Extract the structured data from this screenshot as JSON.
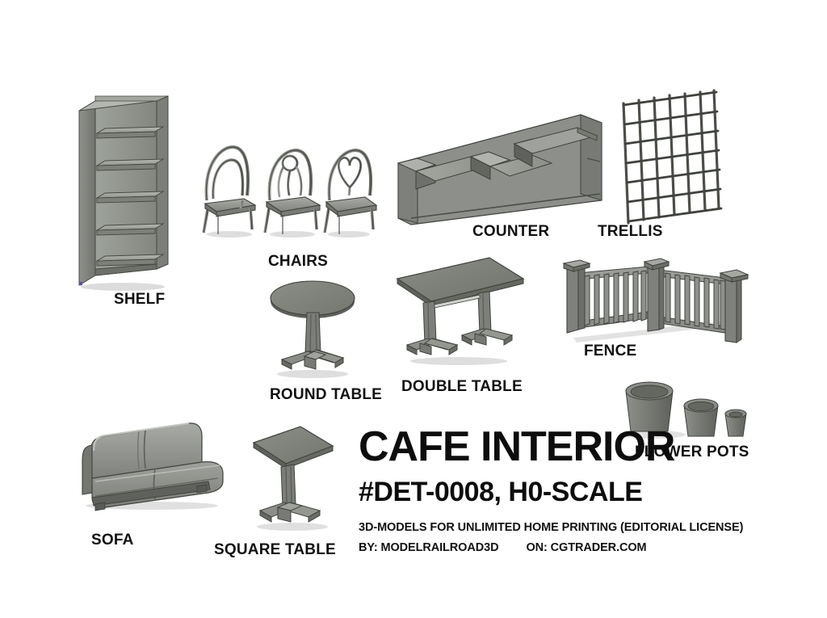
{
  "background_color": "#ffffff",
  "palette": {
    "metal_light": "#a9aca6",
    "metal_mid": "#8d908a",
    "metal_dark": "#6f726c",
    "metal_darker": "#565954",
    "outline": "#3f423d",
    "shadow": "#d8d8d8",
    "text": "#0d0d0d"
  },
  "title": {
    "main": "CAFE INTERIOR",
    "sub": "#DET-0008, H0-SCALE",
    "note_line1": "3D-MODELS FOR UNLIMITED HOME PRINTING (EDITORIAL LICENSE)",
    "note_by": "BY: MODELRAILROAD3D",
    "note_on": "ON: CGTRADER.COM"
  },
  "items": [
    {
      "id": "shelf",
      "label": "SHELF",
      "icon": "bookshelf-icon",
      "shelf_count": 5
    },
    {
      "id": "chairs",
      "label": "CHAIRS",
      "icon": "chairs-icon",
      "count": 3,
      "styles": [
        "arch-back",
        "circle-spindle-back",
        "heart-back"
      ]
    },
    {
      "id": "counter",
      "label": "COUNTER",
      "icon": "counter-icon",
      "tiers": 3
    },
    {
      "id": "trellis",
      "label": "TRELLIS",
      "icon": "trellis-icon",
      "grid_columns": 7,
      "grid_rows": 7
    },
    {
      "id": "round-table",
      "label": "ROUND TABLE",
      "icon": "round-table-icon",
      "base": "cross-pedestal"
    },
    {
      "id": "double-table",
      "label": "DOUBLE TABLE",
      "icon": "double-table-icon",
      "base": "twin-cross-pedestal"
    },
    {
      "id": "fence",
      "label": "FENCE",
      "icon": "fence-icon",
      "posts": 3,
      "sections": 2,
      "balusters_per_section": 7
    },
    {
      "id": "flower-pots",
      "label": "FLOWER POTS",
      "icon": "flower-pots-icon",
      "count": 3,
      "sizes": [
        "large",
        "medium",
        "small"
      ]
    },
    {
      "id": "sofa",
      "label": "SOFA",
      "icon": "sofa-icon",
      "seats": 2
    },
    {
      "id": "square-table",
      "label": "SQUARE TABLE",
      "icon": "square-table-icon",
      "base": "cross-pedestal"
    }
  ],
  "labels": {
    "shelf": "SHELF",
    "chairs": "CHAIRS",
    "counter": "COUNTER",
    "trellis": "TRELLIS",
    "round_table": "ROUND TABLE",
    "double_table": "DOUBLE TABLE",
    "fence": "FENCE",
    "flower_pots": "FLOWER POTS",
    "sofa": "SOFA",
    "square_table": "SQUARE TABLE"
  }
}
